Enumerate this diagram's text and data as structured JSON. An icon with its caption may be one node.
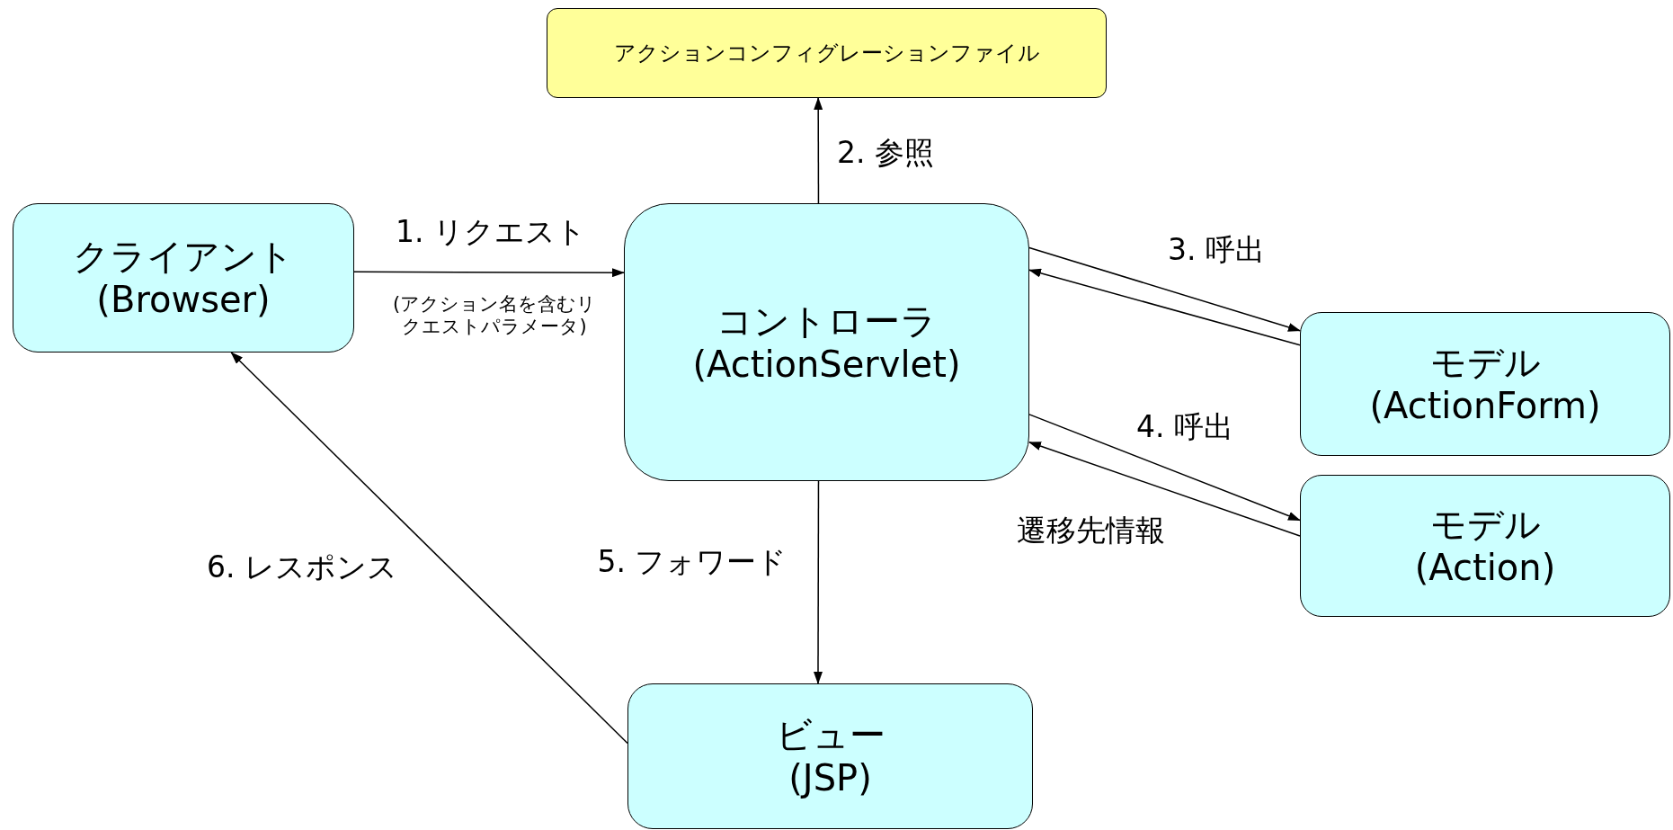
{
  "diagram": {
    "nodes": [
      {
        "text": [
          "アクションコンフィグレーションファイル"
        ]
      },
      {
        "text": [
          "クライアント",
          "(Browser)"
        ]
      },
      {
        "text": [
          "コントローラ",
          "(ActionServlet)"
        ]
      },
      {
        "text": [
          "モデル",
          "(ActionForm)"
        ]
      },
      {
        "text": [
          "モデル",
          "(Action)"
        ]
      },
      {
        "text": [
          "ビュー",
          "(JSP)"
        ]
      }
    ],
    "edges": [
      {
        "from": 1,
        "to": 2,
        "arrow": "to",
        "label": "1. リクエスト"
      },
      {
        "from": 2,
        "to": 0,
        "arrow": "to",
        "label": "2. 参照"
      },
      {
        "from": 2,
        "to": 3,
        "arrow": "to",
        "label": "3. 呼出"
      },
      {
        "from": 3,
        "to": 2,
        "arrow": "to"
      },
      {
        "from": 2,
        "to": 4,
        "arrow": "to",
        "label": "4. 呼出"
      },
      {
        "from": 4,
        "to": 2,
        "arrow": "to",
        "label": "遷移先情報"
      },
      {
        "from": 2,
        "to": 5,
        "arrow": "to",
        "label": "5. フォワード"
      },
      {
        "from": 5,
        "to": 1,
        "arrow": "to",
        "label": "6. レスポンス"
      }
    ],
    "labels": [
      "(アクション名を含むリクエストパラメータ)"
    ]
  }
}
